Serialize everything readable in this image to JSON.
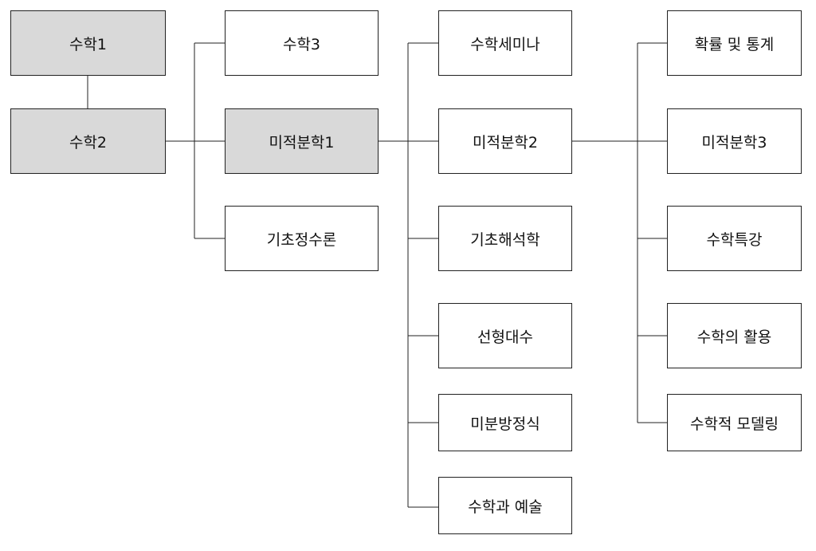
{
  "colors": {
    "core_fill": "#d9d9d9",
    "node_fill": "#ffffff",
    "line": "#222222"
  },
  "nodes": {
    "math1": "수학1",
    "math2": "수학2",
    "math3": "수학3",
    "calc1": "미적분학1",
    "basic_number_theory": "기초정수론",
    "math_seminar": "수학세미나",
    "calc2": "미적분학2",
    "basic_analysis": "기초해석학",
    "linear_algebra": "선형대수",
    "differential_equations": "미분방정식",
    "math_and_art": "수학과 예술",
    "probability_statistics": "확률 및 통계",
    "calc3": "미적분학3",
    "special_lectures": "수학특강",
    "applications_of_math": "수학의 활용",
    "math_modeling": "수학적 모델링"
  }
}
